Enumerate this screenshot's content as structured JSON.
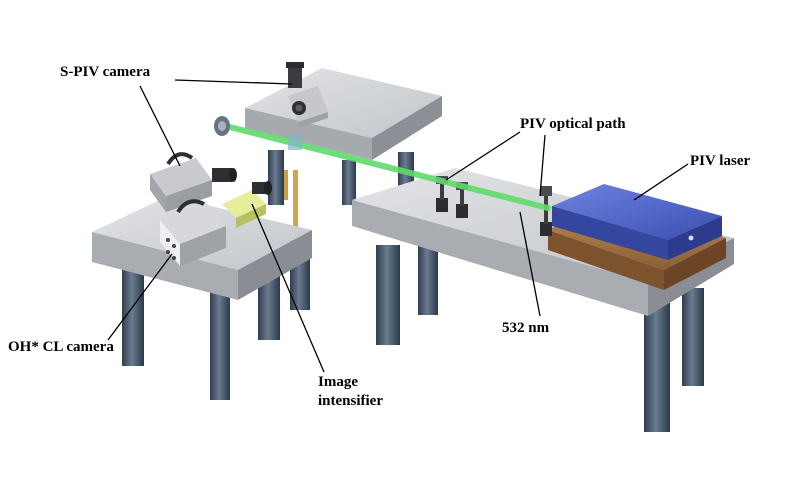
{
  "labels": {
    "spiv_camera": "S-PIV camera",
    "piv_optical_path": "PIV optical path",
    "piv_laser": "PIV laser",
    "wavelength": "532 nm",
    "oh_cl_camera": "OH* CL camera",
    "image_intensifier_line1": "Image",
    "image_intensifier_line2": "intensifier"
  },
  "colors": {
    "table_top": "#d4d6d9",
    "table_side": "#a9acb1",
    "leg": "#4d5f73",
    "laser_beam": "#5fdc6a",
    "laser_head": "#4f63c9",
    "laser_base": "#a87a4c",
    "camera_body": "#b5b7ba",
    "camera_dark": "#2d2f33",
    "intensifier": "#e6ee9a"
  }
}
